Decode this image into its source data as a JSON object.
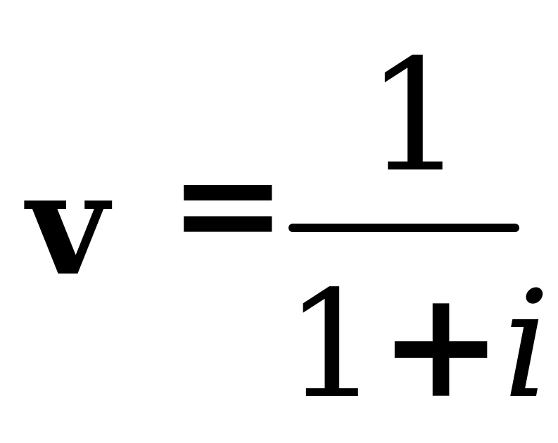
{
  "formula": {
    "lhs": "v",
    "equals": "=",
    "numerator": "1",
    "denominator": {
      "one": "1",
      "plus": "+",
      "variable": "i"
    }
  }
}
